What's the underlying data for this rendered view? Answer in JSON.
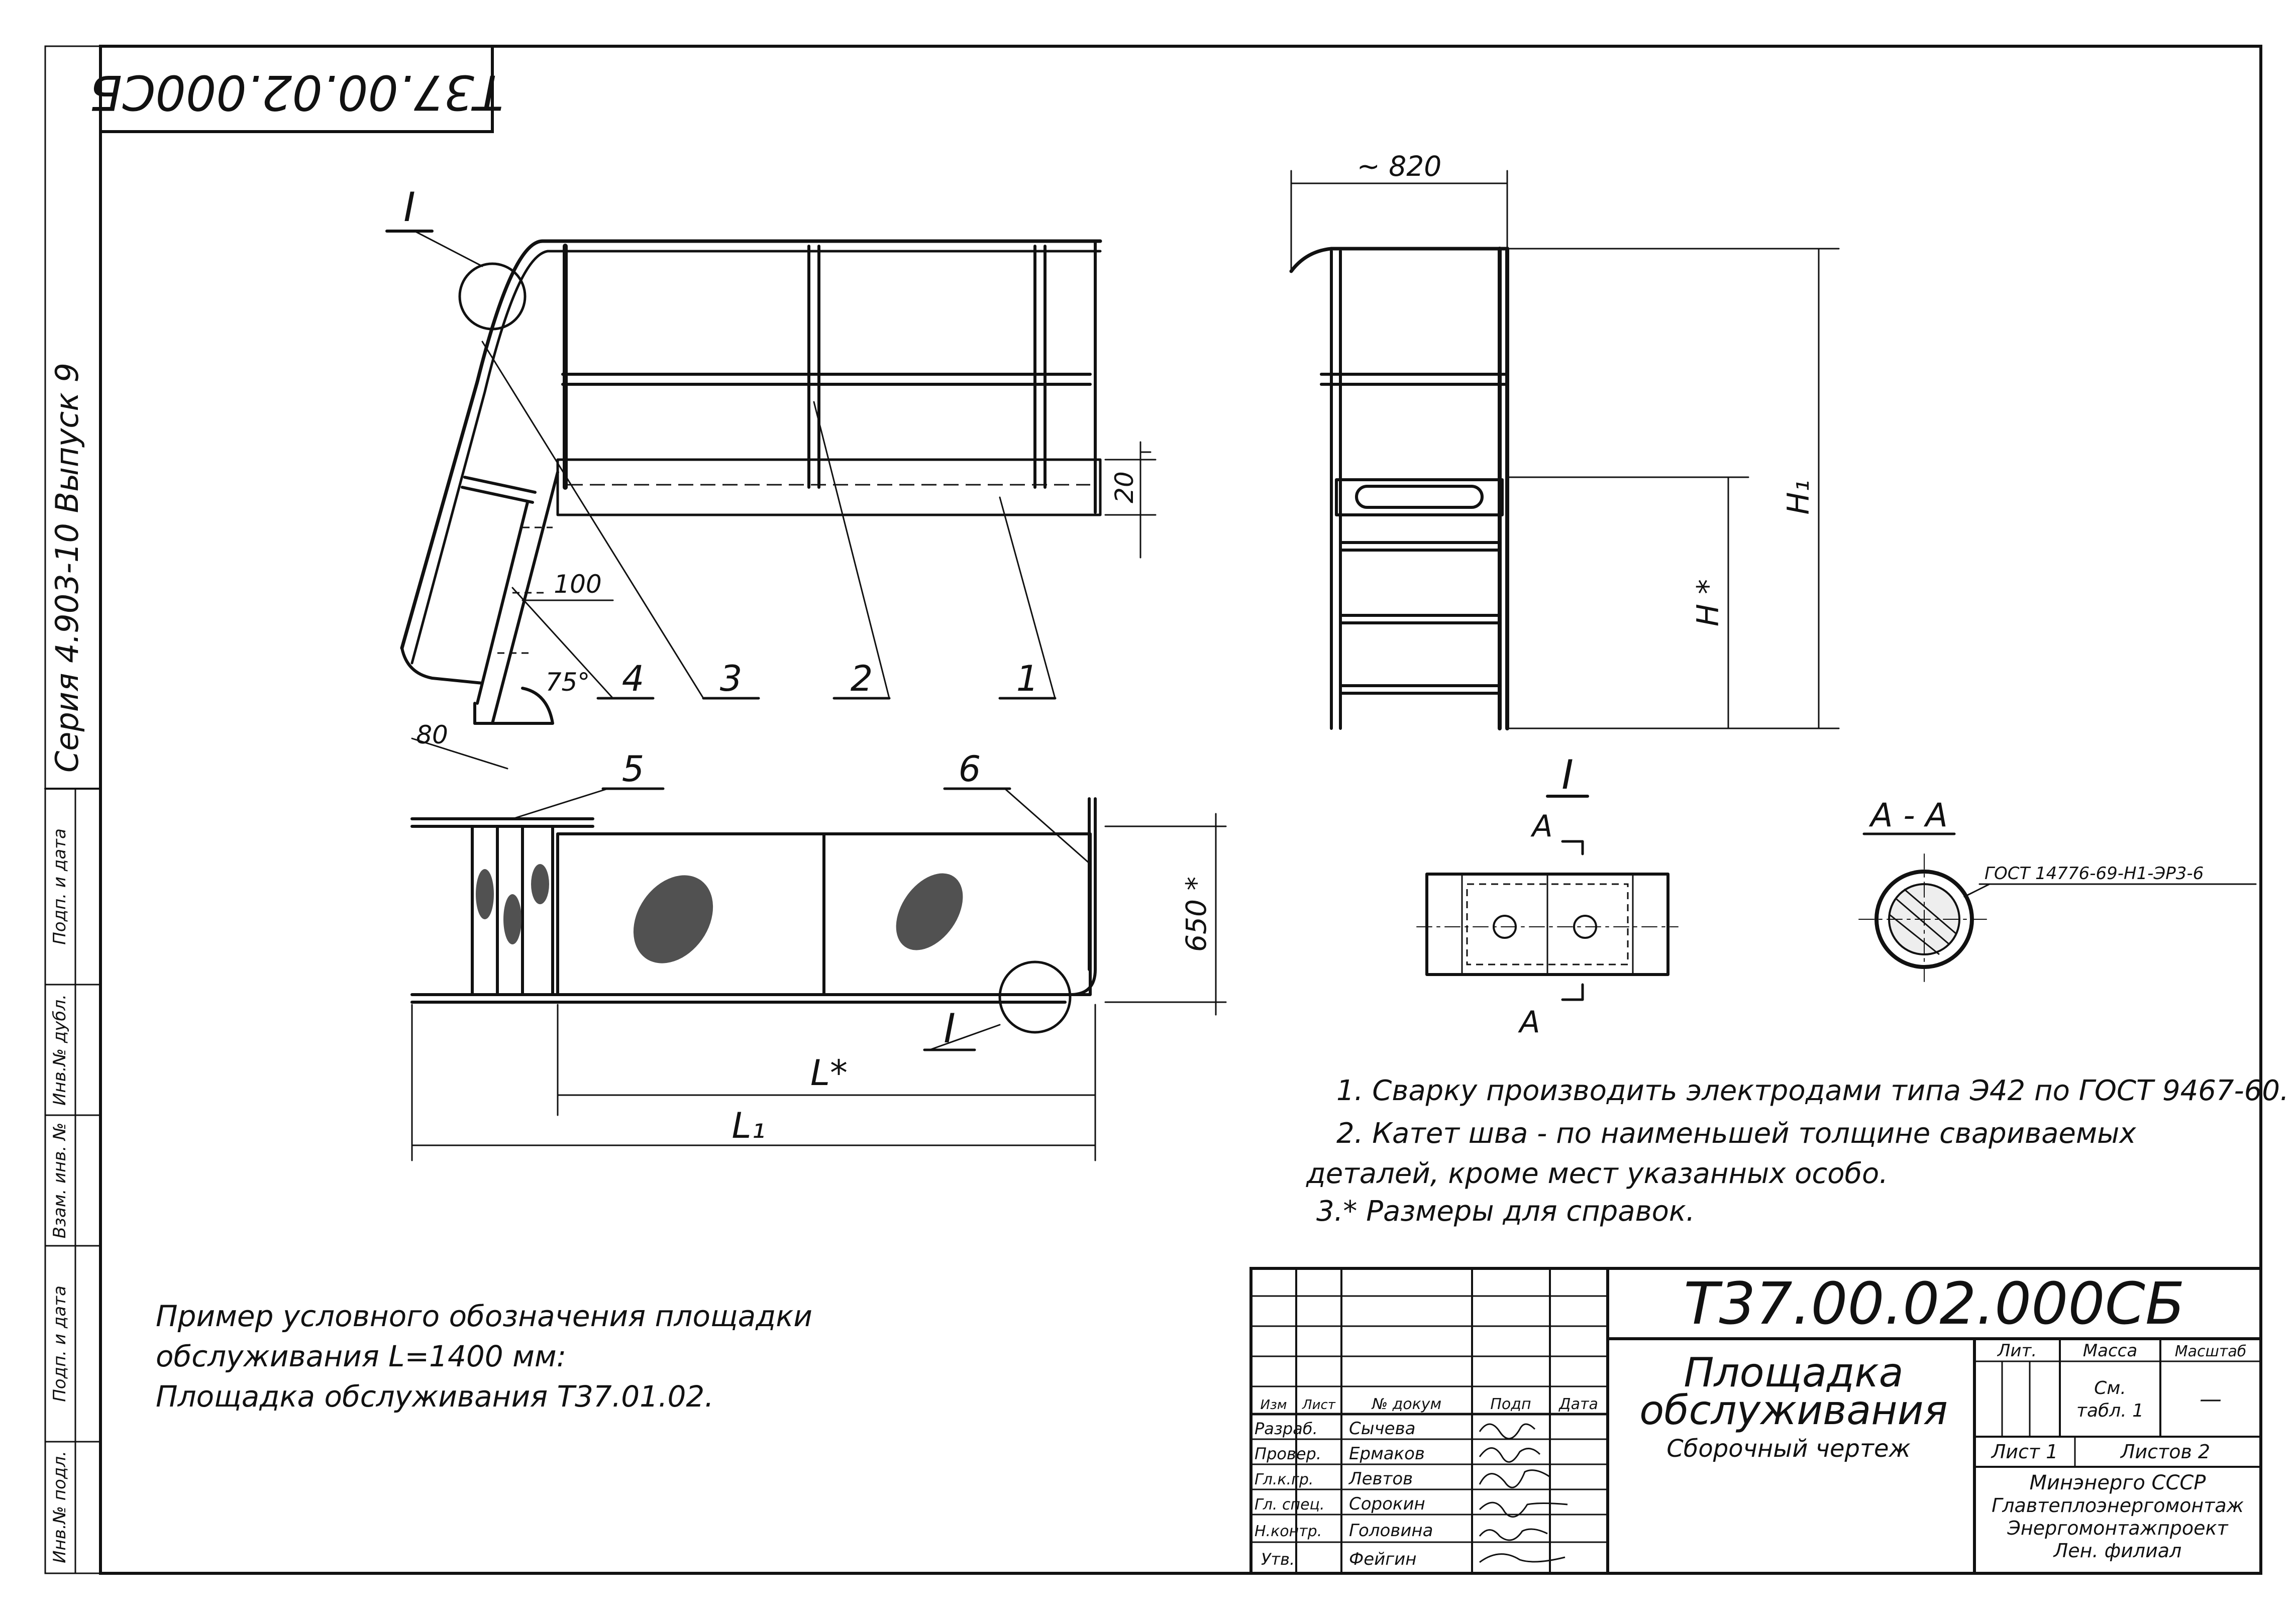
{
  "designation_rotated": "Т37.00.02.000СБ",
  "series_label": "Серия 4.903-10 Выпуск 9",
  "left_strip": {
    "labels": [
      "Инв.№ подл.",
      "Подп. и дата",
      "Взам. инв. №",
      "Инв.№ дубл.",
      "Подп. и дата"
    ]
  },
  "dimensions": {
    "top_width": "~ 820",
    "height_20": "20",
    "offset_100": "100",
    "angle": "75°",
    "dim_80": "80",
    "H1": "H₁",
    "H_star": "H *",
    "width_650": "650 *",
    "L_star": "L*",
    "L1": "L₁"
  },
  "callouts": {
    "detail_I_a": "I",
    "detail_I_b": "I",
    "detail_I_c": "I",
    "section_A_1": "A",
    "section_A_2": "A",
    "section_AA": "A - A",
    "pos1": "1",
    "pos2": "2",
    "pos3": "3",
    "pos4": "4",
    "pos5": "5",
    "pos6": "6",
    "weld_symbol": "ГОСТ 14776-69-Н1-ЭР3-6"
  },
  "notes": [
    "1. Сварку производить электродами типа Э42 по ГОСТ 9467-60.",
    "2. Катет шва - по наименьшей толщине свариваемых",
    "деталей, кроме мест указанных особо.",
    "3.* Размеры для справок."
  ],
  "example": [
    "Пример условного обозначения площадки",
    "обслуживания  L=1400 мм:",
    "Площадка обслуживания  Т37.01.02."
  ],
  "title_block": {
    "code": "Т37.00.02.000СБ",
    "name_1": "Площадка",
    "name_2": "обслуживания",
    "doc_type": "Сборочный чертеж",
    "col_headers": [
      "Изм",
      "Лист",
      "№ докум",
      "Подп",
      "Дата"
    ],
    "rows": [
      {
        "role": "Разраб.",
        "name": "Сычева"
      },
      {
        "role": "Провер.",
        "name": "Ермаков"
      },
      {
        "role": "Гл.к.гр.",
        "name": "Левтов"
      },
      {
        "role": "Гл. спец.",
        "name": "Сорокин"
      },
      {
        "role": "Н.контр.",
        "name": "Головина"
      },
      {
        "role": "Утв.",
        "name": "Фейгин"
      }
    ],
    "lit": "Лит.",
    "mass": "Масса",
    "scale": "Масштаб",
    "mass_value_1": "См.",
    "mass_value_2": "табл. 1",
    "scale_value": "—",
    "sheet": "Лист 1",
    "sheets": "Листов 2",
    "org_1": "Минэнерго СССР",
    "org_2": "Главтеплоэнергомонтаж",
    "org_3": "Энергомонтажпроект",
    "org_4": "Лен. филиал"
  }
}
